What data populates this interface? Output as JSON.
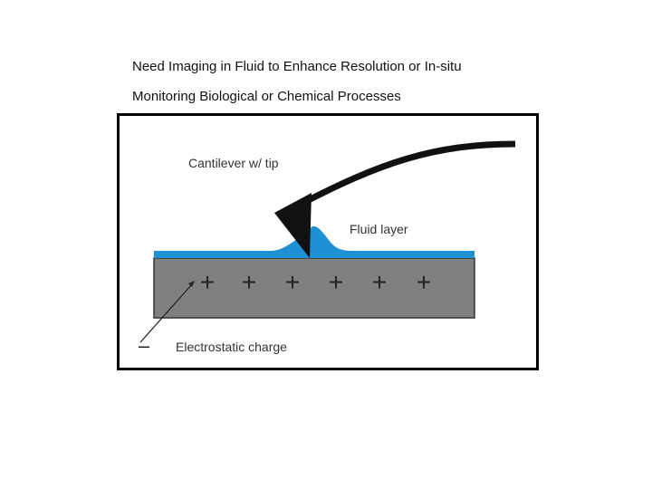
{
  "caption": {
    "line1": "Need Imaging in Fluid to Enhance Resolution or In-situ",
    "line2": "Monitoring Biological or Chemical Processes"
  },
  "diagram": {
    "labels": {
      "cantilever": "Cantilever w/ tip",
      "fluid": "Fluid layer",
      "charge": "Electrostatic charge"
    },
    "charge_symbols": [
      "+",
      "+",
      "+",
      "+",
      "+",
      "+"
    ],
    "negative_symbol": "–",
    "colors": {
      "frame": "#000000",
      "fluid": "#1e90d4",
      "substrate": "#808080",
      "cantilever": "#111111",
      "label": "#333333"
    }
  }
}
